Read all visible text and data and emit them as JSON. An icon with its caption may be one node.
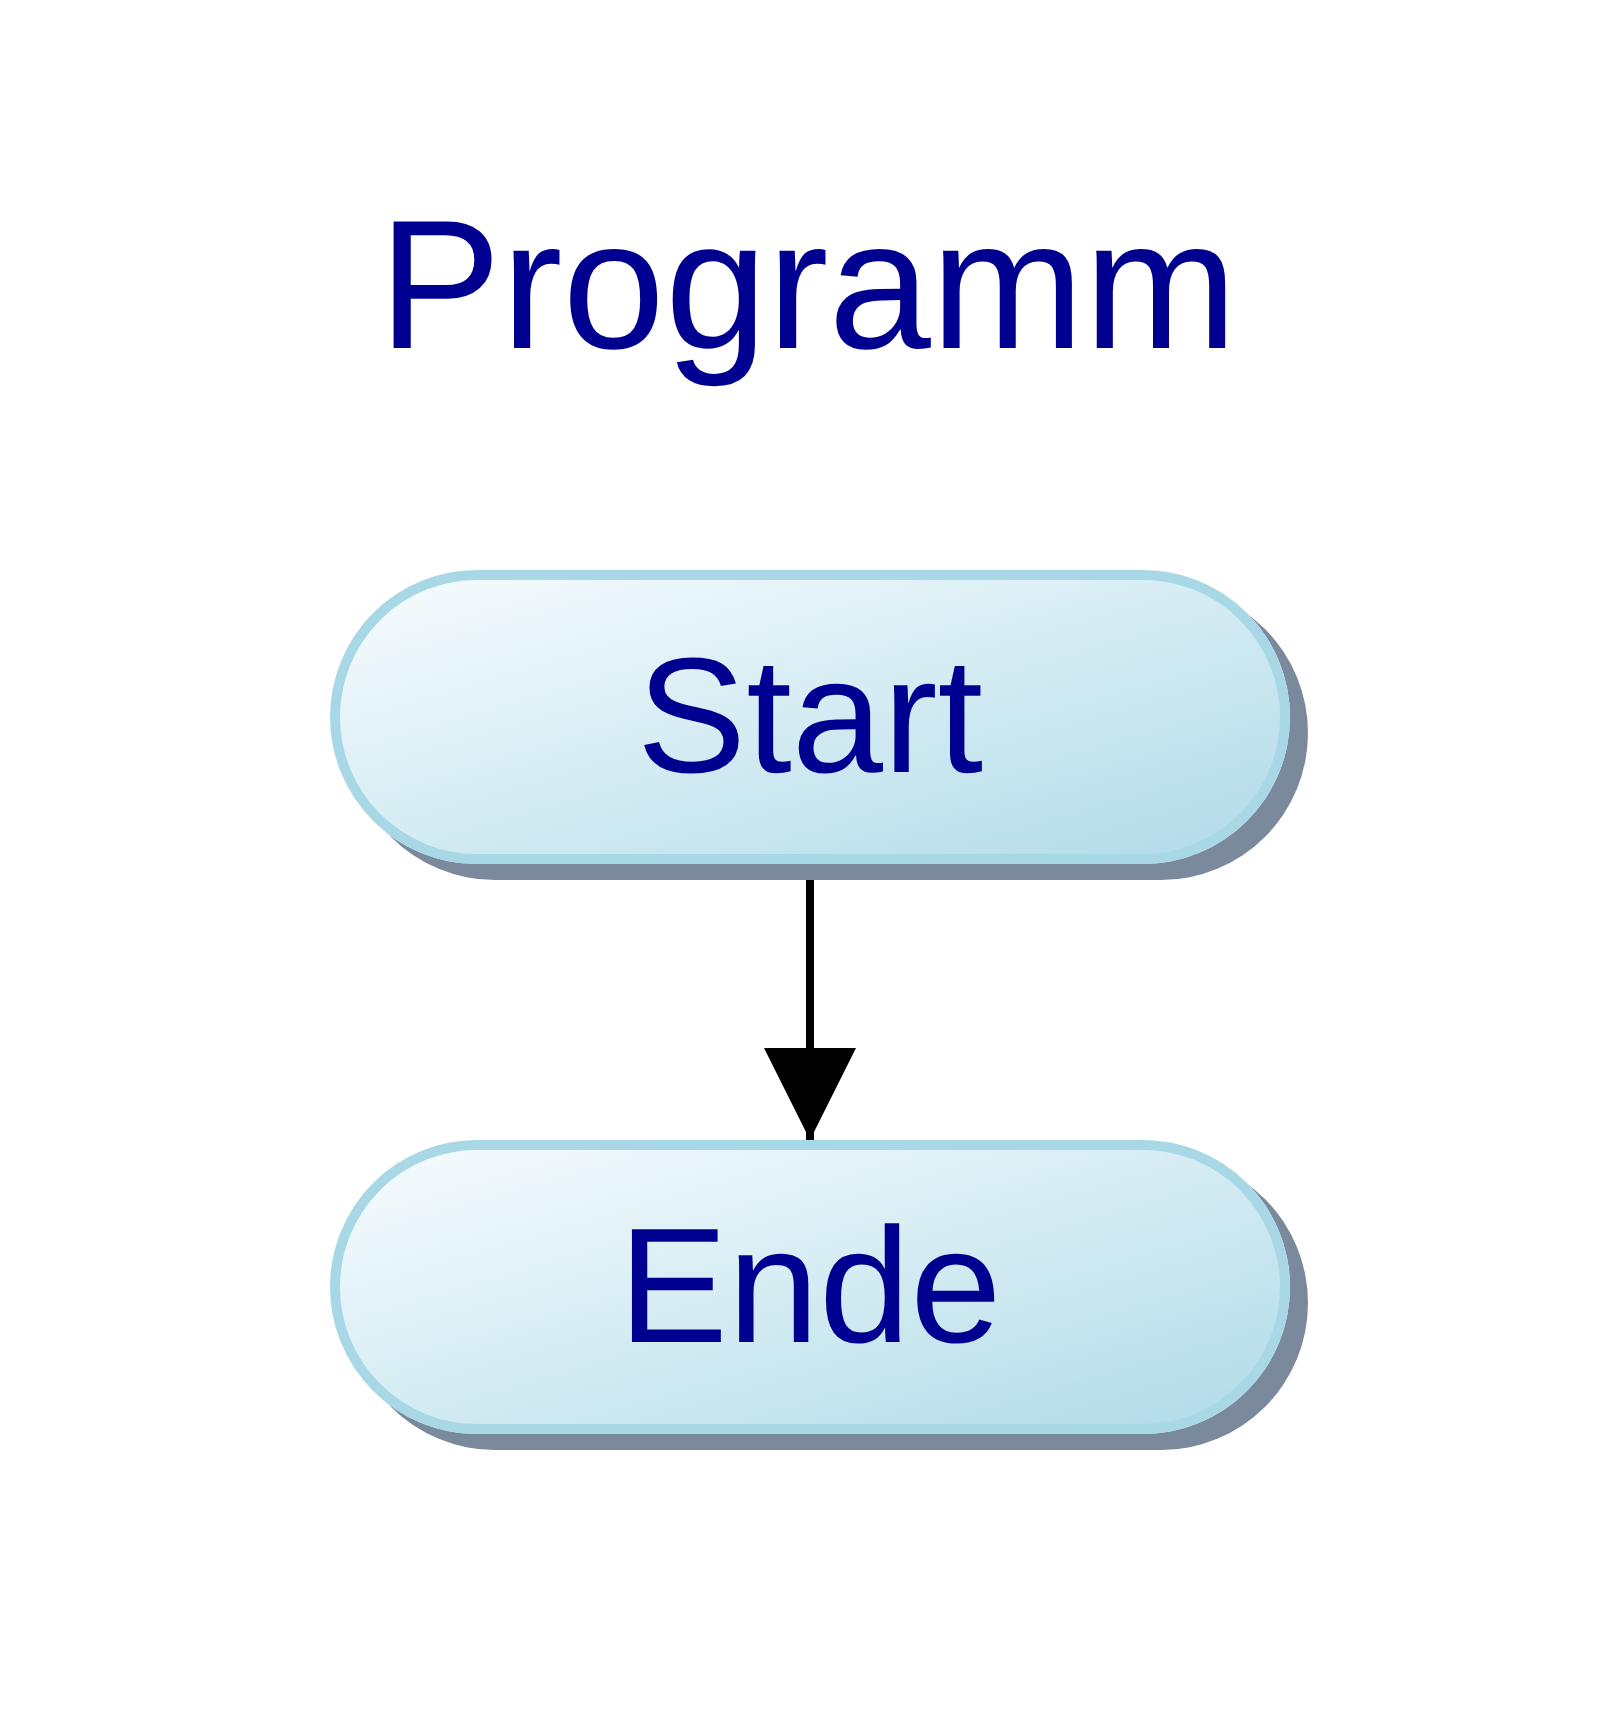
{
  "diagram": {
    "title": "Programm",
    "nodes": [
      {
        "text": [
          "Start"
        ]
      },
      {
        "text": [
          "Ende"
        ]
      }
    ],
    "edges": [
      {
        "from": 0,
        "to": 1,
        "arrow": "to"
      }
    ]
  }
}
